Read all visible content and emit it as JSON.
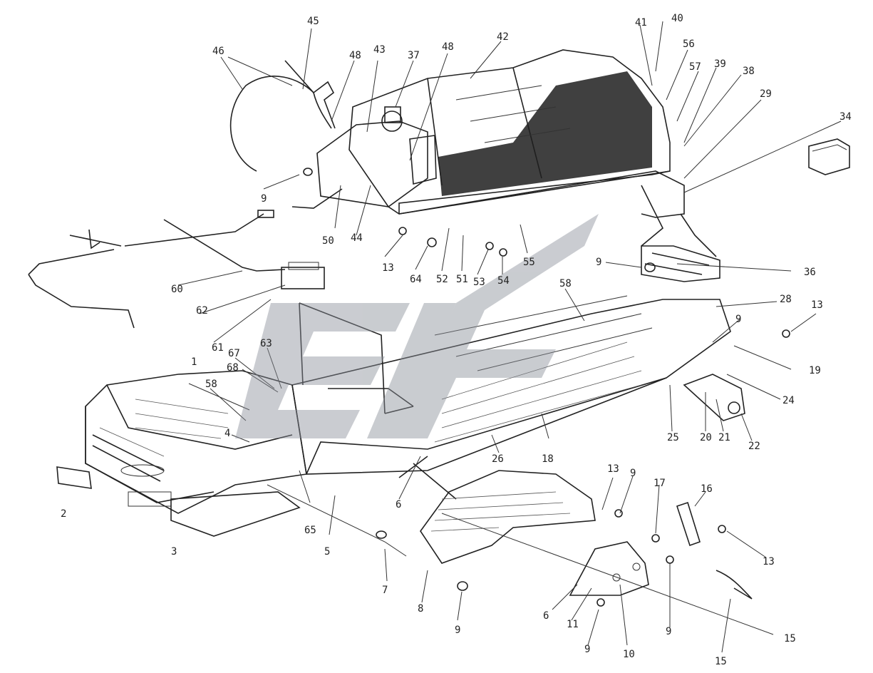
{
  "labels": {
    "l1": "1",
    "l2": "2",
    "l3": "3",
    "l4": "4",
    "l5": "5",
    "l6a": "6",
    "l6b": "6",
    "l7": "7",
    "l8": "8",
    "l9a": "9",
    "l9b": "9",
    "l9c": "9",
    "l9d": "9",
    "l9e": "9",
    "l9f": "9",
    "l9g": "9",
    "l10": "10",
    "l11": "11",
    "l13a": "13",
    "l13b": "13",
    "l13c": "13",
    "l13d": "13",
    "l15a": "15",
    "l15b": "15",
    "l16": "16",
    "l17": "17",
    "l18": "18",
    "l19": "19",
    "l20": "20",
    "l21": "21",
    "l22": "22",
    "l24": "24",
    "l25": "25",
    "l26": "26",
    "l28": "28",
    "l29": "29",
    "l34": "34",
    "l36": "36",
    "l37": "37",
    "l38": "38",
    "l39": "39",
    "l40": "40",
    "l41": "41",
    "l42": "42",
    "l43": "43",
    "l44": "44",
    "l45": "45",
    "l46": "46",
    "l48a": "48",
    "l48b": "48",
    "l50": "50",
    "l51": "51",
    "l52": "52",
    "l53": "53",
    "l54": "54",
    "l55": "55",
    "l56": "56",
    "l57": "57",
    "l58a": "58",
    "l58b": "58",
    "l60": "60",
    "l61": "61",
    "l62": "62",
    "l63": "63",
    "l64": "64",
    "l65": "65",
    "l67": "67",
    "l68": "68"
  },
  "colors": {
    "ink": "#222222",
    "watermark": "#8a8f98"
  },
  "icons": {
    "watermark": "brand-logo-watermark"
  }
}
